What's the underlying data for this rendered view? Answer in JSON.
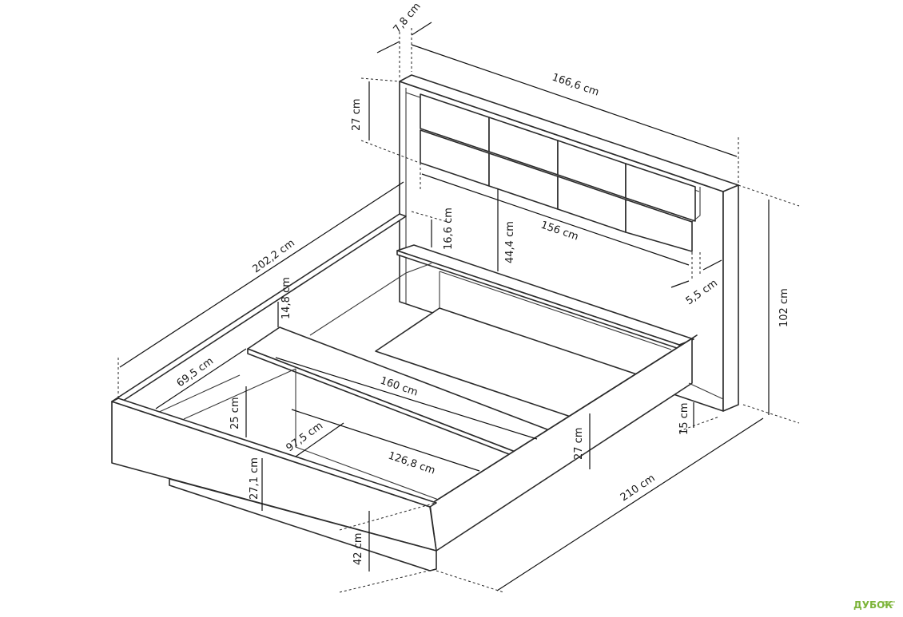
{
  "dimensions": {
    "headboard_depth": "7,8 cm",
    "headboard_width": "166,6 cm",
    "headboard_top_height": "27 cm",
    "panel_width": "156 cm",
    "panel_height": "44,4 cm",
    "shelf_gap": "16,6 cm",
    "panel_offset": "5,5 cm",
    "total_height": "102 cm",
    "total_length": "202,2 cm",
    "side_rail_height": "14,8 cm",
    "inner_width": "160 cm",
    "storage_depth_left": "69,5 cm",
    "storage_height": "25 cm",
    "compartment_depth": "97,5 cm",
    "compartment_width": "126,8 cm",
    "front_height": "27,1 cm",
    "side_height": "27 cm",
    "leg_height": "15 cm",
    "overall_length": "210 cm",
    "floor_clearance": "42 cm"
  },
  "brand": {
    "name": "ДУБОК"
  }
}
